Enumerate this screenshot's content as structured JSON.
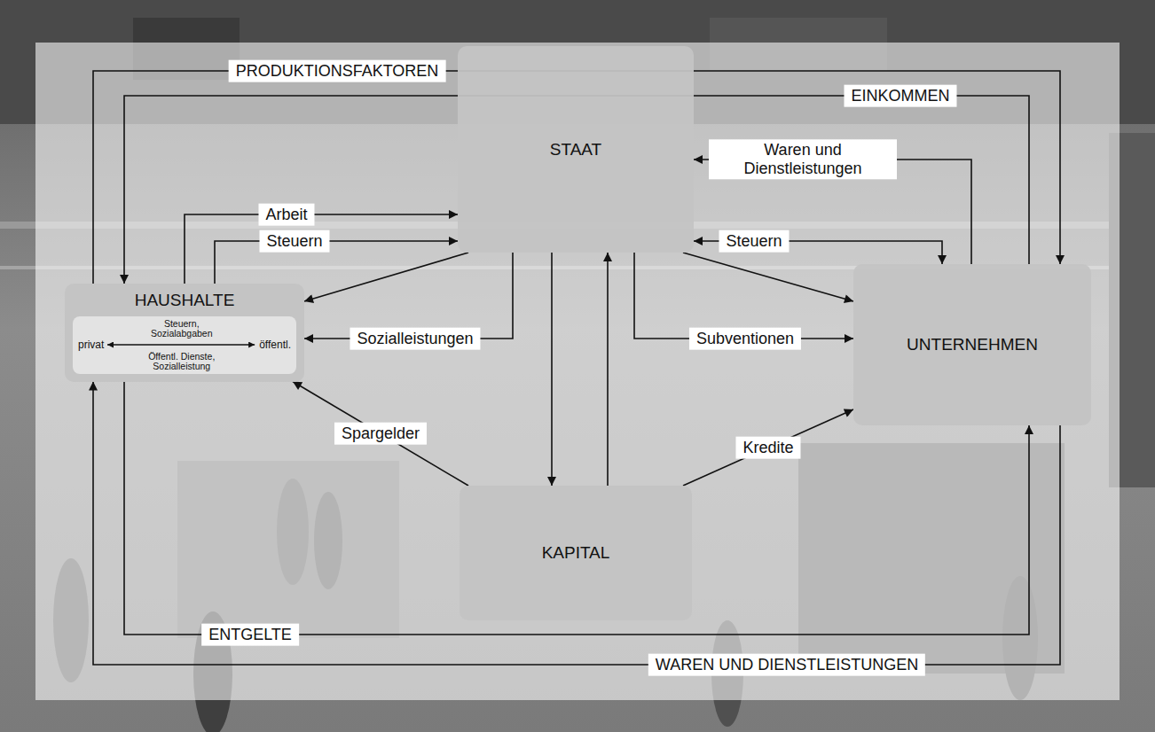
{
  "diagram": {
    "nodes": [
      {
        "text": [
          "STAAT"
        ]
      },
      {
        "text": [
          "HAUSHALTE"
        ]
      },
      {
        "text": [
          "Steuern, Sozialabgaben",
          "privat",
          "öffentl.",
          "Öffentl. Dienste, Sozialleistung"
        ],
        "in": 1
      },
      {
        "text": [
          "UNTERNEHMEN"
        ]
      },
      {
        "text": [
          "KAPITAL"
        ]
      }
    ],
    "edges": [
      {
        "from": 1,
        "to": 3,
        "label": "PRODUKTIONSFAKTOREN",
        "arrow": "to"
      },
      {
        "from": 3,
        "to": 1,
        "label": "EINKOMMEN",
        "arrow": "to"
      },
      {
        "from": 1,
        "to": 0,
        "label": "Arbeit",
        "arrow": "to"
      },
      {
        "from": 1,
        "to": 0,
        "label": "Steuern",
        "arrow": "to"
      },
      {
        "from": 3,
        "to": 0,
        "label": "Waren und Dienstleistungen",
        "arrow": "to"
      },
      {
        "from": 3,
        "to": 0,
        "label": "Steuern",
        "arrow": "both"
      },
      {
        "from": 0,
        "to": 1,
        "arrow": "to"
      },
      {
        "from": 0,
        "to": 3,
        "arrow": "to"
      },
      {
        "from": 0,
        "to": 1,
        "label": "Sozialleistungen",
        "arrow": "to"
      },
      {
        "from": 0,
        "to": 3,
        "label": "Subventionen",
        "arrow": "to"
      },
      {
        "from": 0,
        "to": 4,
        "arrow": "to"
      },
      {
        "from": 4,
        "to": 0,
        "arrow": "to"
      },
      {
        "from": 4,
        "to": 1,
        "label": "Spargelder",
        "arrow": "to"
      },
      {
        "from": 4,
        "to": 3,
        "label": "Kredite",
        "arrow": "to"
      },
      {
        "from": 1,
        "to": 3,
        "label": "ENTGELTE",
        "arrow": "to"
      },
      {
        "from": 3,
        "to": 1,
        "label": "WAREN UND DIENSTLEISTUNGEN",
        "arrow": "to"
      }
    ]
  }
}
